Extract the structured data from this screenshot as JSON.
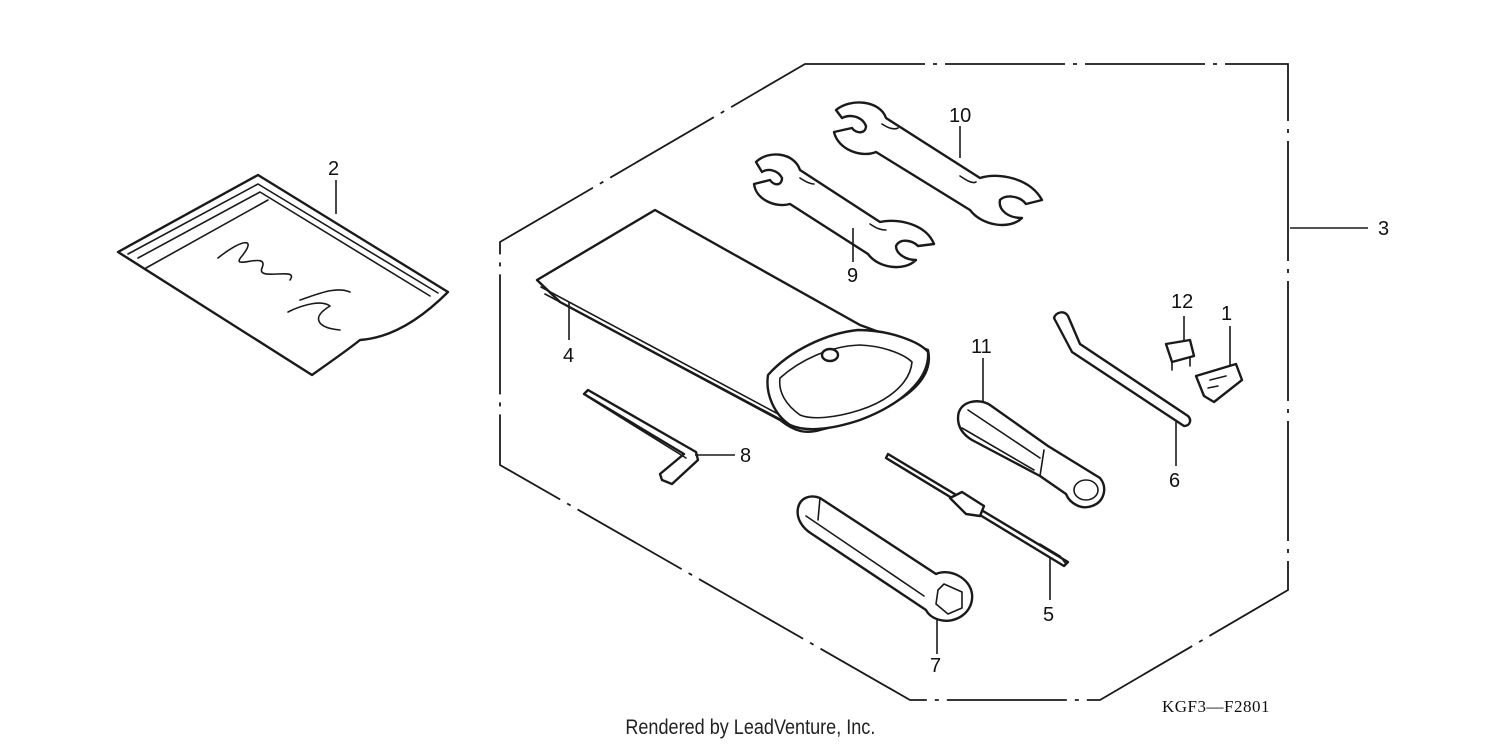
{
  "diagram": {
    "callouts": {
      "c1": "1",
      "c2": "2",
      "c3": "3",
      "c4": "4",
      "c5": "5",
      "c6": "6",
      "c7": "7",
      "c8": "8",
      "c9": "9",
      "c10": "10",
      "c11": "11",
      "c12": "12"
    },
    "diagram_code": "KGF3—F2801",
    "credit": "Rendered by LeadVenture, Inc."
  },
  "colors": {
    "ink": "#1a1a1a",
    "background": "#ffffff"
  }
}
